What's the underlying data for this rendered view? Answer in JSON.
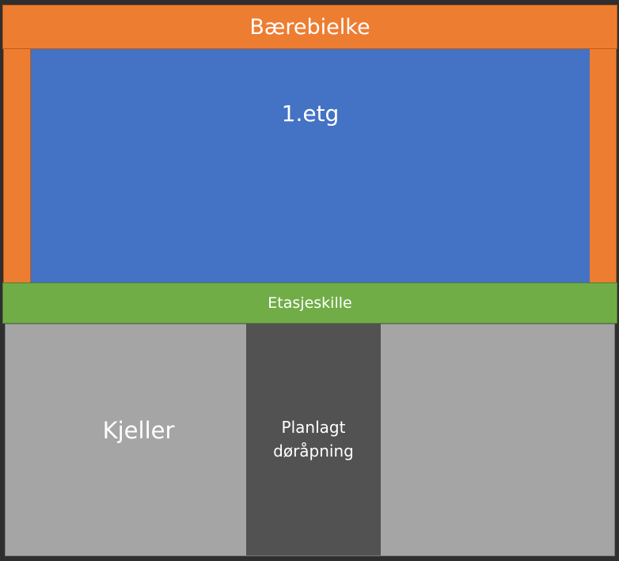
{
  "diagram": {
    "beam": {
      "label": "Bærebielke",
      "color": "#ed7d31"
    },
    "floor1": {
      "label": "1.etg",
      "color": "#4472c4"
    },
    "floor_divider": {
      "label": "Etasjeskille",
      "color": "#70ad47"
    },
    "basement": {
      "label": "Kjeller",
      "color": "#a5a5a5"
    },
    "door_opening": {
      "label": "Planlagt døråpning",
      "color": "#525252"
    }
  }
}
